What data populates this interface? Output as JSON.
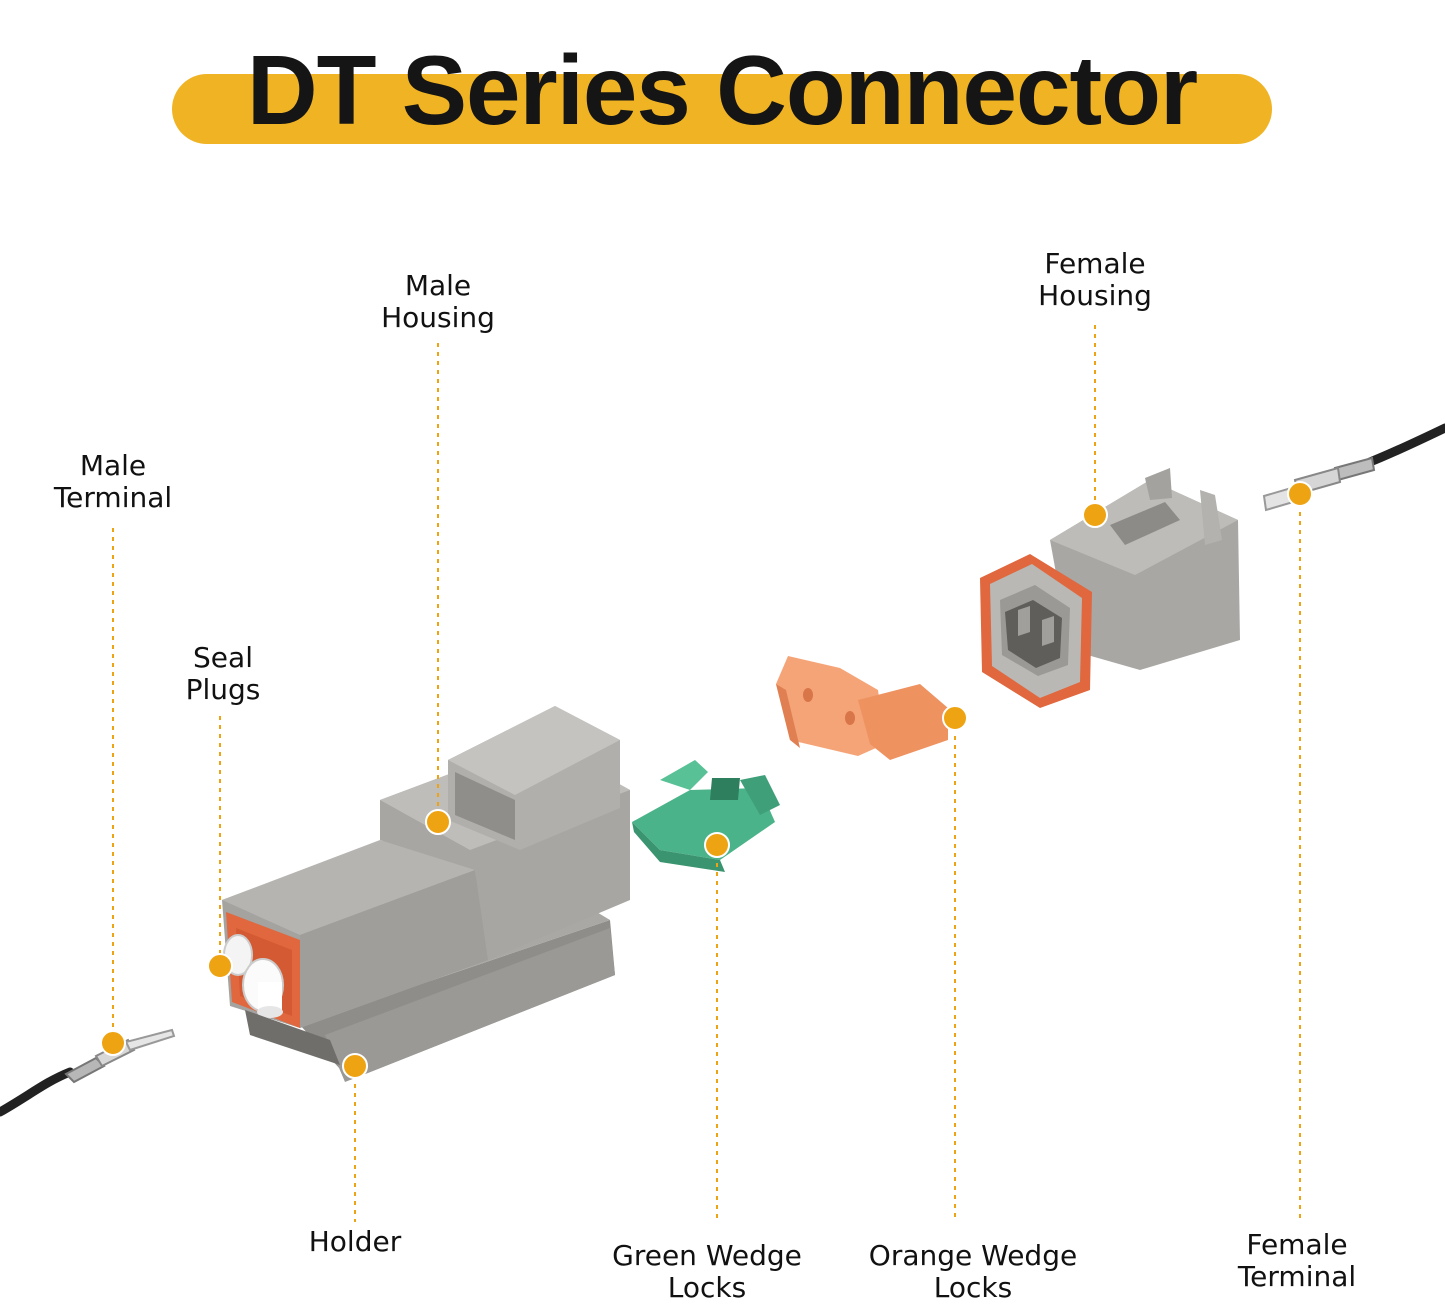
{
  "title": "DT Series Connector",
  "colors": {
    "accent": "#f0b324",
    "marker": "#eea312",
    "housing_gray": "#9c9b98",
    "seal_orange": "#e0673e",
    "green_wedge": "#4bb38a",
    "orange_wedge": "#f29a6a"
  },
  "labels": {
    "male_housing": {
      "line1": "Male",
      "line2": "Housing"
    },
    "female_housing": {
      "line1": "Female",
      "line2": "Housing"
    },
    "male_terminal": {
      "line1": "Male",
      "line2": "Terminal"
    },
    "seal_plugs": {
      "line1": "Seal",
      "line2": "Plugs"
    },
    "holder": {
      "line1": "Holder"
    },
    "green_wedge": {
      "line1": "Green Wedge",
      "line2": "Locks"
    },
    "orange_wedge": {
      "line1": "Orange Wedge",
      "line2": "Locks"
    },
    "female_terminal": {
      "line1": "Female",
      "line2": "Terminal"
    }
  }
}
